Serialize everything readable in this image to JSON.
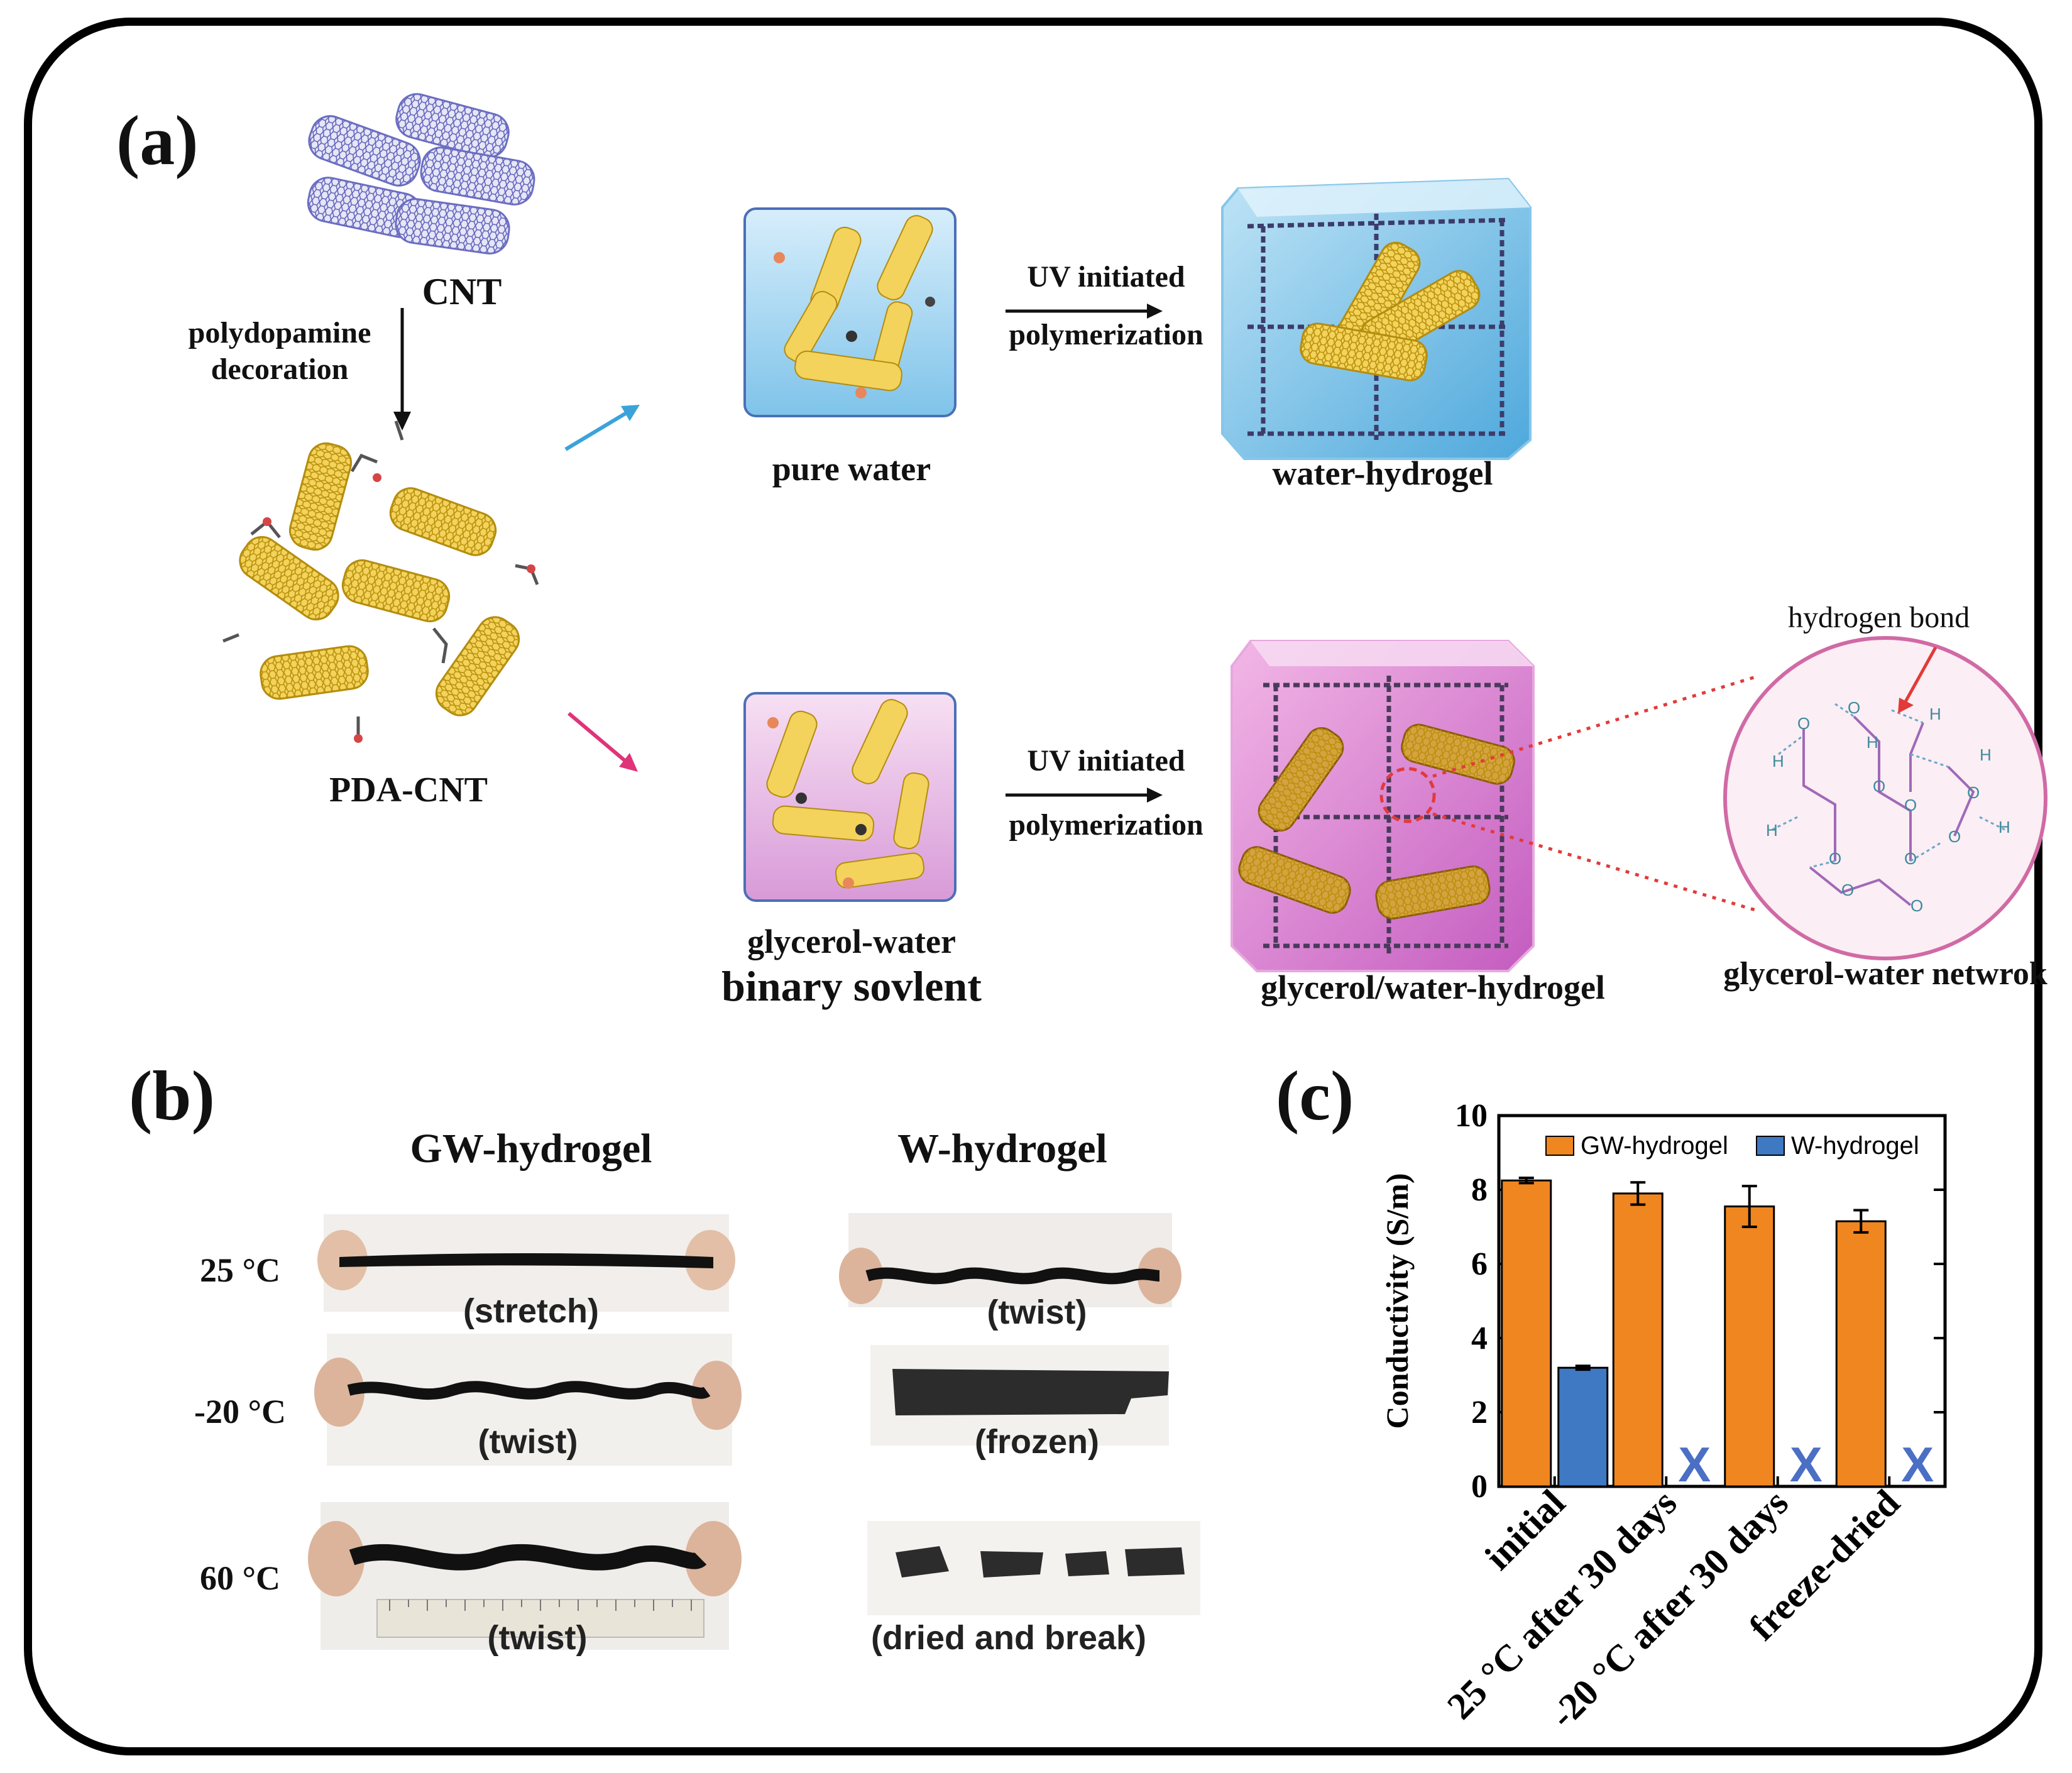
{
  "panels": {
    "a": "(a)",
    "b": "(b)",
    "c": "(c)"
  },
  "panel_a": {
    "cnt": "CNT",
    "decoration_line1": "polydopamine",
    "decoration_line2": "decoration",
    "pda_cnt": "PDA-CNT",
    "pure_water": "pure water",
    "uv_top_line1": "UV initiated",
    "uv_top_line2": "polymerization",
    "water_hydrogel": "water-hydrogel",
    "glycerol_water": "glycerol-water",
    "binary_solvent": "binary sovlent",
    "uv_bottom_line1": "UV initiated",
    "uv_bottom_line2": "polymerization",
    "glycerol_water_hydrogel": "glycerol/water-hydrogel",
    "hydrogen_bond": "hydrogen bond",
    "network": "glycerol-water netwrok"
  },
  "panel_b": {
    "gw_header": "GW-hydrogel",
    "w_header": "W-hydrogel",
    "temp_25": "25 °C",
    "temp_m20": "-20 °C",
    "temp_60": "60 °C",
    "gw_25": "(stretch)",
    "gw_m20": "(twist)",
    "gw_60": "(twist)",
    "w_25": "(twist)",
    "w_m20": "(frozen)",
    "w_60": "(dried and break)"
  },
  "colors": {
    "gw": "#f0861f",
    "w": "#3f78c3",
    "x_mark": "#4a6fc4",
    "blue_arrow": "#3ba3d9",
    "pink_arrow": "#e0337a"
  },
  "chart_data": {
    "type": "bar",
    "ylabel": "Conductivity (S/m)",
    "ylim": [
      0,
      10
    ],
    "yticks": [
      "0",
      "2",
      "4",
      "6",
      "8",
      "10"
    ],
    "categories": [
      "initial",
      "25 °C after 30 days",
      "-20 °C after 30 days",
      "freeze-dried"
    ],
    "series": [
      {
        "name": "GW-hydrogel",
        "values": [
          8.25,
          7.9,
          7.55,
          7.15
        ],
        "errors": [
          0.07,
          0.3,
          0.55,
          0.3
        ]
      },
      {
        "name": "W-hydrogel",
        "values": [
          3.2,
          null,
          null,
          null
        ],
        "errors": [
          0.05,
          null,
          null,
          null
        ]
      }
    ],
    "missing_marker": "X",
    "legend_position": "top"
  }
}
